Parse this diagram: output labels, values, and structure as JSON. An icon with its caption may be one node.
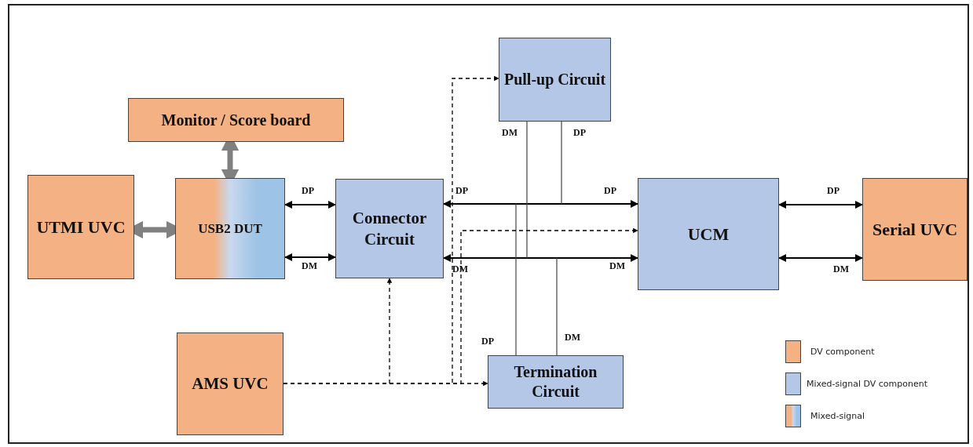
{
  "diagram": {
    "nodes": [
      {
        "text": [
          "Monitor / Score board"
        ]
      },
      {
        "text": [
          "UTMI UVC"
        ]
      },
      {
        "text": [
          "USB2 DUT"
        ]
      },
      {
        "text": [
          "Connector Circuit"
        ]
      },
      {
        "text": [
          "Pull-up Circuit"
        ]
      },
      {
        "text": [
          "UCM"
        ]
      },
      {
        "text": [
          "Serial UVC"
        ]
      },
      {
        "text": [
          "AMS UVC"
        ]
      },
      {
        "text": [
          "Termination Circuit"
        ]
      }
    ],
    "edges": [
      {
        "from": 0,
        "to": 2,
        "arrow": "both",
        "style": "thick",
        "color": "#808080"
      },
      {
        "from": 1,
        "to": 2,
        "arrow": "both",
        "style": "thick",
        "color": "#808080"
      },
      {
        "from": 2,
        "to": 3,
        "arrow": "both",
        "label": "DP"
      },
      {
        "from": 2,
        "to": 3,
        "arrow": "both",
        "label": "DM"
      },
      {
        "from": 3,
        "to": 5,
        "arrow": "both",
        "label": "DP"
      },
      {
        "from": 3,
        "to": 5,
        "arrow": "both",
        "label": "DM"
      },
      {
        "from": 5,
        "to": 6,
        "arrow": "both",
        "label": "DP"
      },
      {
        "from": 5,
        "to": 6,
        "arrow": "both",
        "label": "DM"
      },
      {
        "from": 4,
        "to": null,
        "arrow": "none",
        "label": "DM"
      },
      {
        "from": 4,
        "to": null,
        "arrow": "none",
        "label": "DP"
      },
      {
        "from": 8,
        "to": null,
        "arrow": "none",
        "label": "DP"
      },
      {
        "from": 8,
        "to": null,
        "arrow": "none",
        "label": "DM"
      },
      {
        "from": 7,
        "to": 3,
        "arrow": "to",
        "style": "dashed"
      },
      {
        "from": 7,
        "to": 8,
        "arrow": "to",
        "style": "dashed"
      },
      {
        "from": 7,
        "to": 4,
        "arrow": "to",
        "style": "dashed"
      },
      {
        "from": 7,
        "to": 5,
        "arrow": "to",
        "style": "dashed"
      }
    ],
    "labels": [
      "DP",
      "DM"
    ],
    "legend": [
      {
        "text": "DV component",
        "color": "#f4b183"
      },
      {
        "text": "Mixed-signal DV component",
        "color": "#b4c7e7"
      },
      {
        "text": "Mixed-signal"
      }
    ]
  }
}
